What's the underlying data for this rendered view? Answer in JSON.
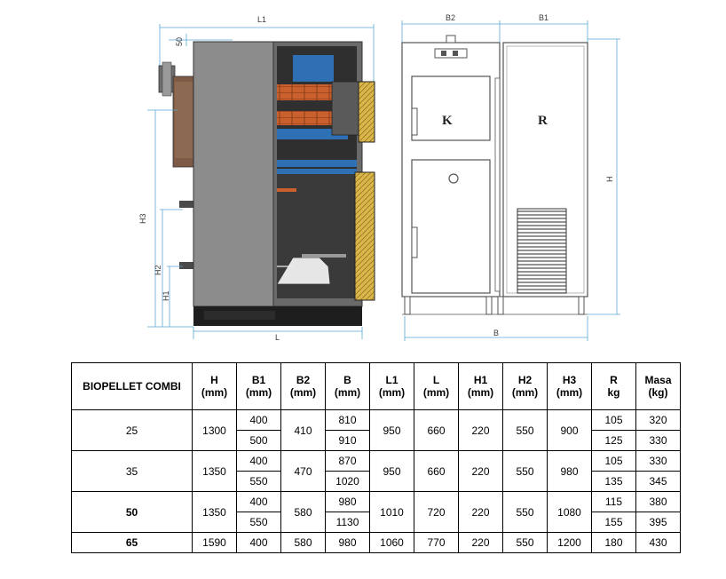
{
  "drawing": {
    "side_view": {
      "labels": {
        "L1": "L1",
        "L": "L",
        "H3": "H3",
        "H2": "H2",
        "H1": "H1",
        "dim50": "50"
      }
    },
    "front_view": {
      "labels": {
        "B2": "B2",
        "B1": "B1",
        "B": "B",
        "H": "H",
        "K": "K",
        "R": "R"
      }
    }
  },
  "table": {
    "headers": [
      {
        "key": "model",
        "top": "BIOPELLET COMBI",
        "unit": ""
      },
      {
        "key": "H",
        "top": "H",
        "unit": "(mm)"
      },
      {
        "key": "B1",
        "top": "B1",
        "unit": "(mm)"
      },
      {
        "key": "B2",
        "top": "B2",
        "unit": "(mm)"
      },
      {
        "key": "B",
        "top": "B",
        "unit": "(mm)"
      },
      {
        "key": "L1",
        "top": "L1",
        "unit": "(mm)"
      },
      {
        "key": "L",
        "top": "L",
        "unit": "(mm)"
      },
      {
        "key": "H1",
        "top": "H1",
        "unit": "(mm)"
      },
      {
        "key": "H2",
        "top": "H2",
        "unit": "(mm)"
      },
      {
        "key": "H3",
        "top": "H3",
        "unit": "(mm)"
      },
      {
        "key": "R",
        "top": "R",
        "unit": "kg"
      },
      {
        "key": "Masa",
        "top": "Masa",
        "unit": "(kg)"
      }
    ],
    "models": [
      {
        "model": "25",
        "bold": false,
        "H": "1300",
        "B2": "410",
        "L1": "950",
        "L": "660",
        "H1": "220",
        "H2": "550",
        "H3": "900",
        "variants": [
          {
            "B1": "400",
            "B": "810",
            "R": "105",
            "Masa": "320"
          },
          {
            "B1": "500",
            "B": "910",
            "R": "125",
            "Masa": "330"
          }
        ]
      },
      {
        "model": "35",
        "bold": false,
        "H": "1350",
        "B2": "470",
        "L1": "950",
        "L": "660",
        "H1": "220",
        "H2": "550",
        "H3": "980",
        "variants": [
          {
            "B1": "400",
            "B": "870",
            "R": "105",
            "Masa": "330"
          },
          {
            "B1": "550",
            "B": "1020",
            "R": "135",
            "Masa": "345"
          }
        ]
      },
      {
        "model": "50",
        "bold": true,
        "H": "1350",
        "B2": "580",
        "L1": "1010",
        "L": "720",
        "H1": "220",
        "H2": "550",
        "H3": "1080",
        "variants": [
          {
            "B1": "400",
            "B": "980",
            "R": "115",
            "Masa": "380"
          },
          {
            "B1": "550",
            "B": "1130",
            "R": "155",
            "Masa": "395"
          }
        ]
      },
      {
        "model": "65",
        "bold": true,
        "H": "1590",
        "B2": "580",
        "L1": "1060",
        "L": "770",
        "H1": "220",
        "H2": "550",
        "H3": "1200",
        "variants": [
          {
            "B1": "400",
            "B": "980",
            "R": "180",
            "Masa": "430"
          }
        ]
      }
    ]
  }
}
